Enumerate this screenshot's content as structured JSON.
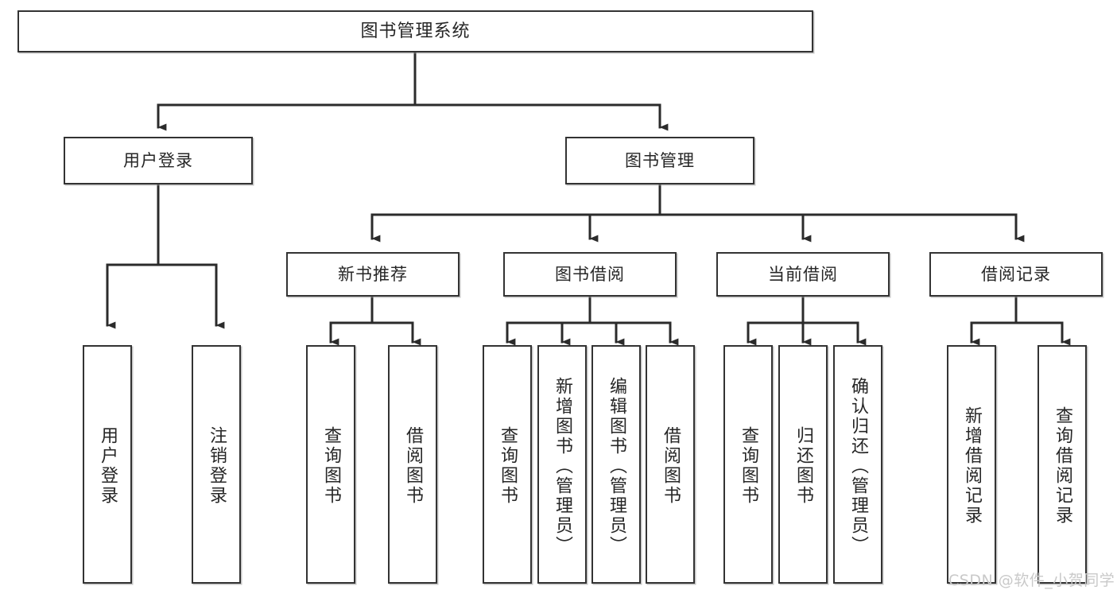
{
  "diagram": {
    "type": "tree",
    "title": "图书管理系统",
    "watermark": "CSDN @软件_小贺同学",
    "colors": {
      "box_border": "#333333",
      "box_fill": "#ffffff",
      "connector": "#2b2b2b",
      "text": "#262626",
      "watermark": "#c9c9c9"
    },
    "levels": {
      "root": "图书管理系统",
      "level2": [
        "用户登录",
        "图书管理"
      ],
      "level3": [
        "新书推荐",
        "图书借阅",
        "当前借阅",
        "借阅记录"
      ]
    },
    "nodes": {
      "root": {
        "label": "图书管理系统"
      },
      "user_login": {
        "label": "用户登录"
      },
      "book_mgmt": {
        "label": "图书管理"
      },
      "new_book_rec": {
        "label": "新书推荐"
      },
      "book_borrow": {
        "label": "图书借阅"
      },
      "current_borrow": {
        "label": "当前借阅"
      },
      "borrow_record": {
        "label": "借阅记录"
      }
    },
    "leaves": {
      "user_login": [
        {
          "label": "用户登录"
        },
        {
          "label": "注销登录"
        }
      ],
      "new_book_rec": [
        {
          "label": "查询图书"
        },
        {
          "label": "借阅图书"
        }
      ],
      "book_borrow": [
        {
          "label": "查询图书"
        },
        {
          "label": "新增图书（管理员）"
        },
        {
          "label": "编辑图书（管理员）"
        },
        {
          "label": "借阅图书"
        }
      ],
      "current_borrow": [
        {
          "label": "查询图书"
        },
        {
          "label": "归还图书"
        },
        {
          "label": "确认归还（管理员）"
        }
      ],
      "borrow_record": [
        {
          "label": "新增借阅记录"
        },
        {
          "label": "查询借阅记录"
        }
      ]
    }
  }
}
